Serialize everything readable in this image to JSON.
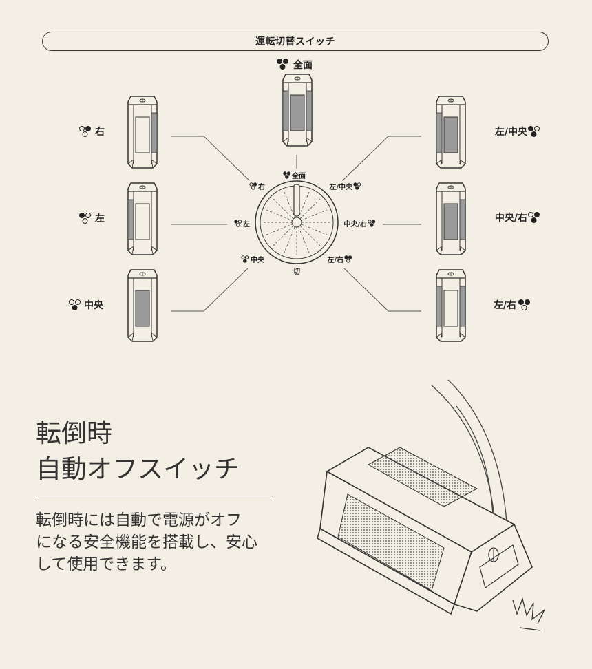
{
  "section_title": "運転切替スイッチ",
  "modes": {
    "zenmen": "全面",
    "migi": "右",
    "hidari": "左",
    "chuou": "中央",
    "hidari_chuou": "左/中央",
    "chuou_migi": "中央/右",
    "hidari_migi": "左/右",
    "off": "切"
  },
  "heading": {
    "line1": "転倒時",
    "line2": "自動オフスイッチ"
  },
  "description": {
    "line1": "転倒時には自動で電源がオフ",
    "line2": "になる安全機能を搭載し、安心",
    "line3": "して使用できます。"
  },
  "colors": {
    "background": "#f4efe4",
    "line": "#333333",
    "panel_active": "#9a9a9a"
  }
}
